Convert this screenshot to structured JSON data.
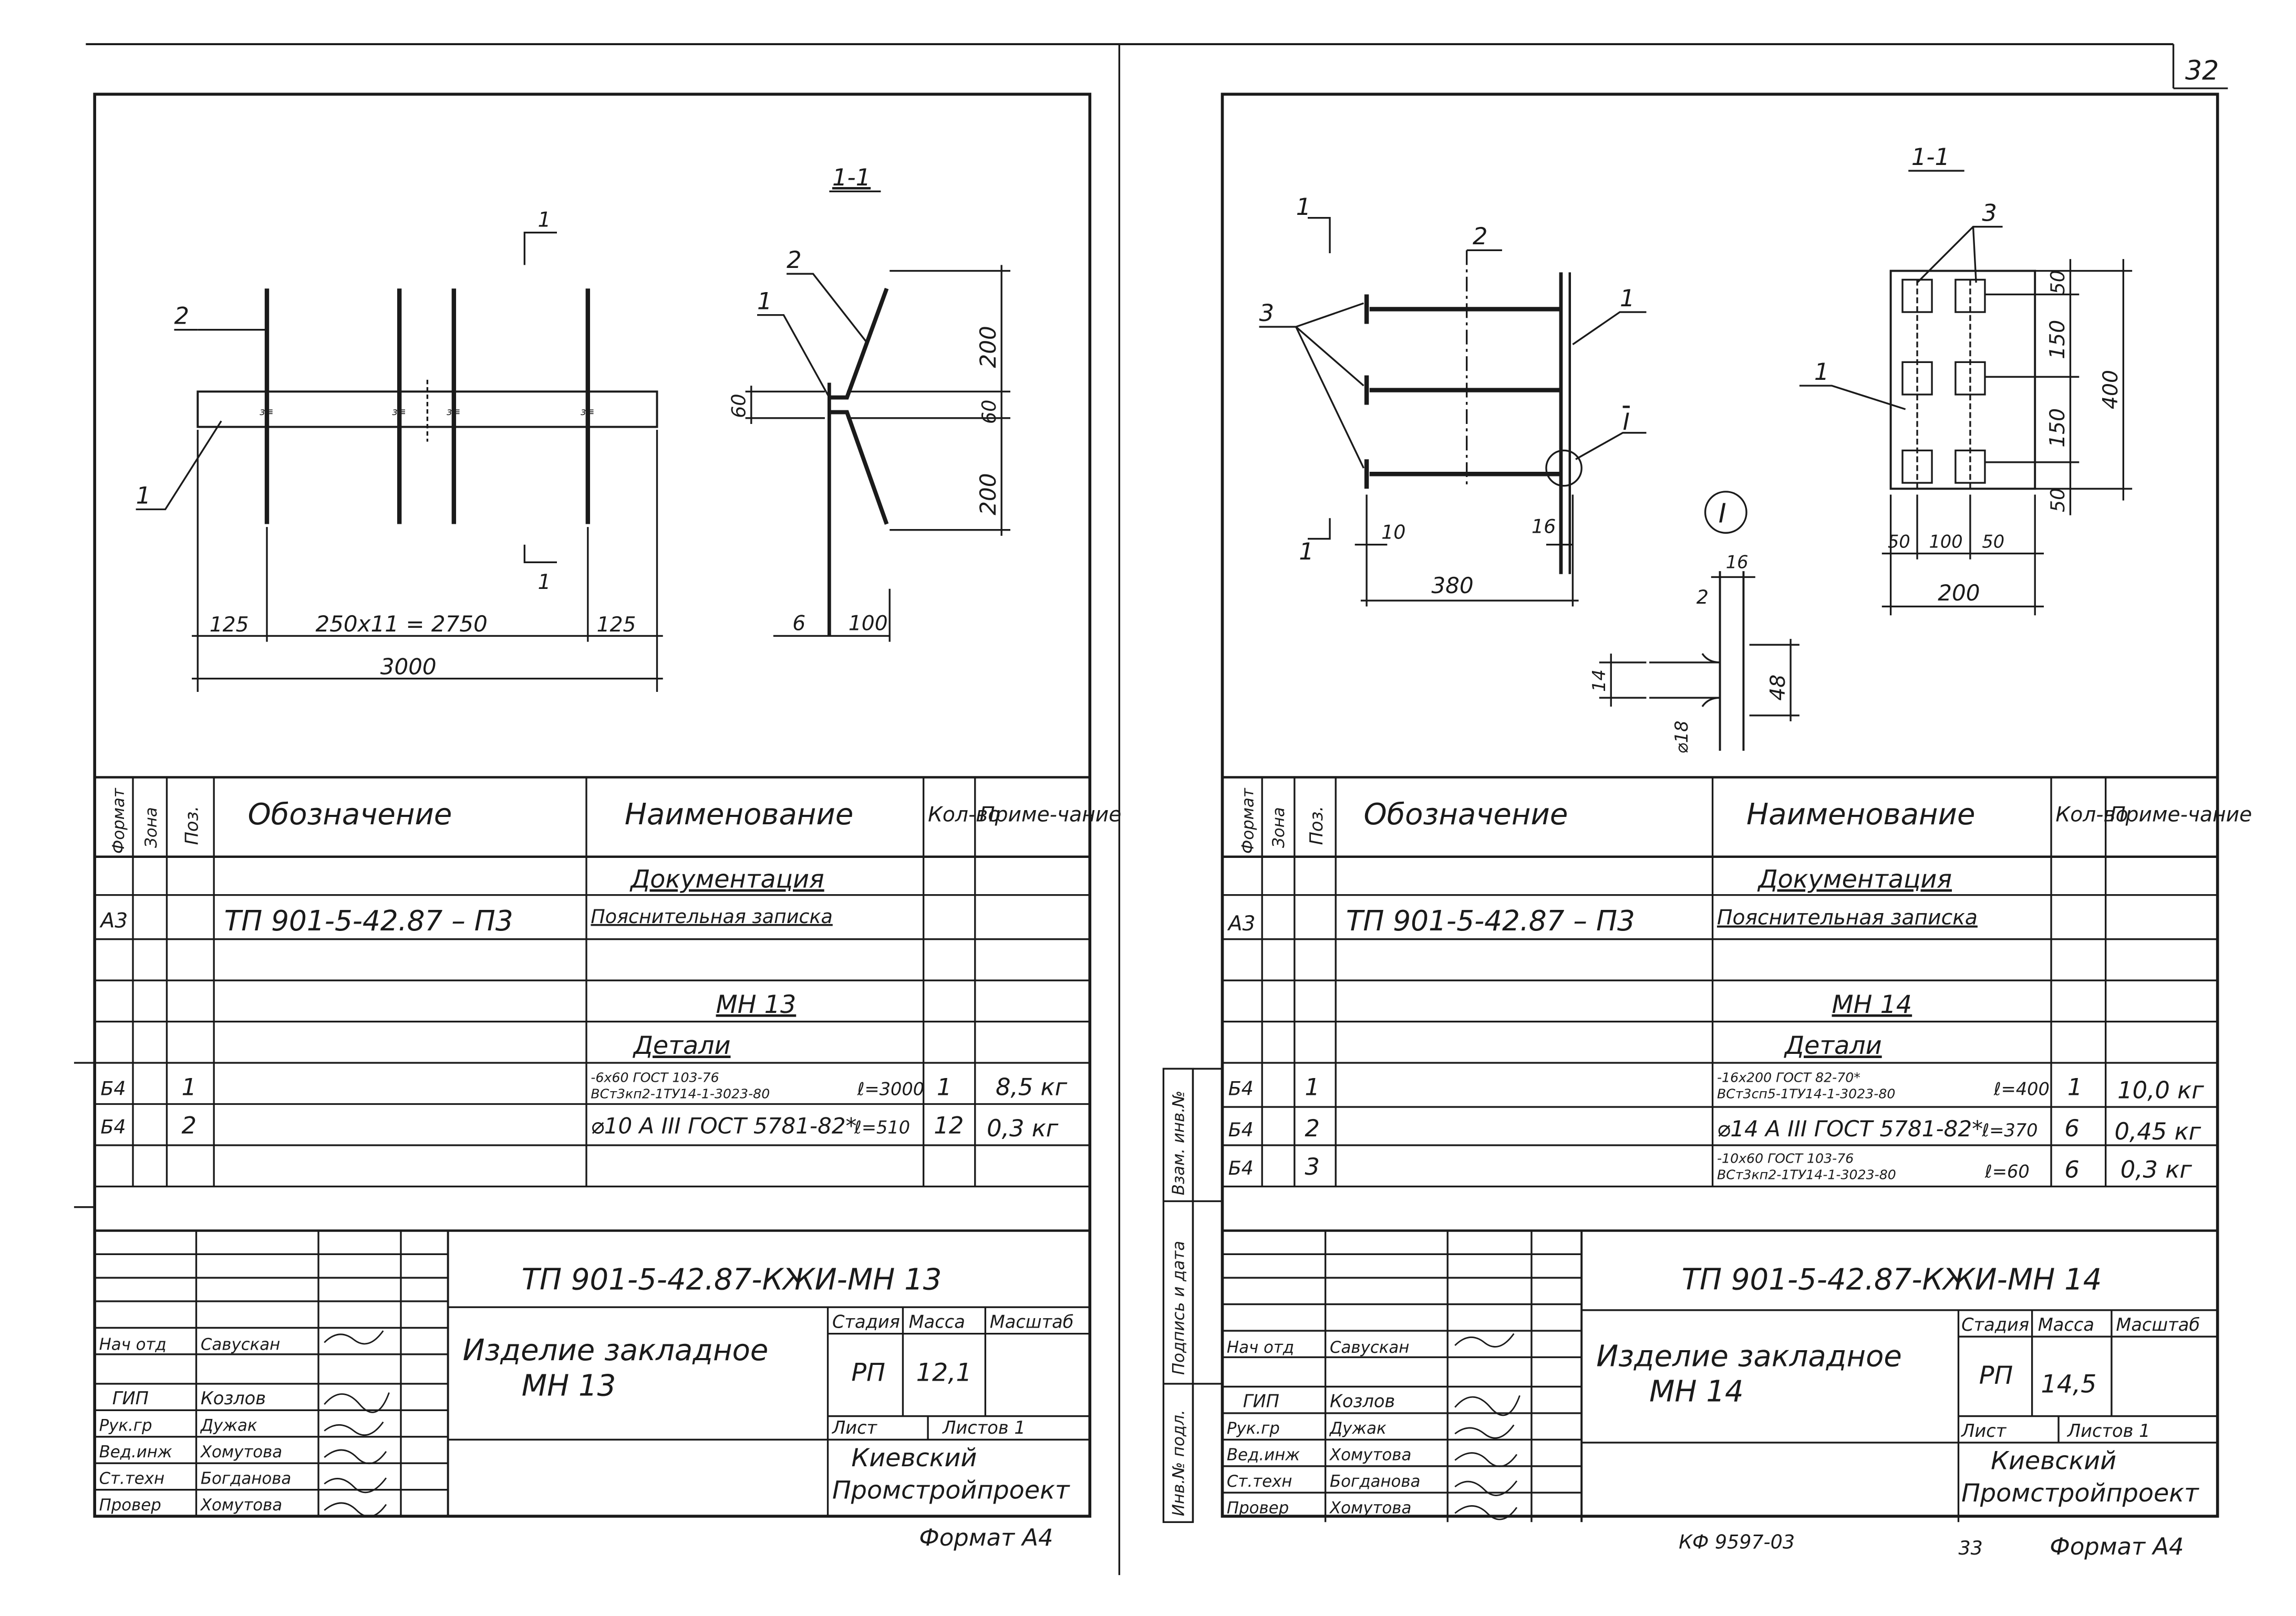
{
  "page_number": "32",
  "page_number_bottom": "33",
  "archive_code": "КФ 9597-03",
  "left": {
    "section": "1-1",
    "callouts": {
      "c1": "1",
      "c2": "2",
      "s2": "2",
      "s1": "1"
    },
    "dims": {
      "d125a": "125",
      "dmid": "250x11 = 2750",
      "d125b": "125",
      "d3000": "3000",
      "d200a": "200",
      "d60": "60",
      "d60b": "60",
      "d200b": "200",
      "d6": "6",
      "d100": "100"
    },
    "table": {
      "headers": {
        "format": "Формат",
        "zone": "Зона",
        "pos": "Поз.",
        "designation": "Обозначение",
        "name": "Наименование",
        "qty": "Кол-во",
        "note": "Приме-чание"
      },
      "doc_heading": "Документация",
      "doc_format": "А3",
      "doc_designation": "ТП 901-5-42.87 – П3",
      "doc_name": "Пояснительная записка",
      "product_heading": "МН 13",
      "details_heading": "Детали",
      "rows": [
        {
          "format": "Б4",
          "pos": "1",
          "name_top": "-6х60 ГОСТ 103-76",
          "name_bottom": "ВСт3кп2-1ТУ14-1-3023-80",
          "length": "ℓ=3000",
          "qty": "1",
          "note": "8,5 кг"
        },
        {
          "format": "Б4",
          "pos": "2",
          "name_top": "⌀10 А III ГОСТ 5781-82*",
          "name_bottom": "",
          "length": "ℓ=510",
          "qty": "12",
          "note": "0,3 кг"
        }
      ]
    },
    "title_block": {
      "code": "ТП 901-5-42.87-КЖИ-МН 13",
      "title": "Изделие закладное",
      "subtitle": "МН 13",
      "stage_label": "Стадия",
      "mass_label": "Масса",
      "scale_label": "Масштаб",
      "stage": "РП",
      "mass": "12,1",
      "sheet_label": "Лист",
      "sheets_label": "Листов 1",
      "org1": "Киевский",
      "org2": "Промстройпроект",
      "roles": [
        "Нач отд",
        "ГИП",
        "Рук.гр",
        "Вед.инж",
        "Ст.техн",
        "Провер"
      ],
      "names": [
        "Савускан",
        "Козлов",
        "Дужак",
        "Хомутова",
        "Богданова",
        "Хомутова"
      ]
    },
    "format": "Формат А4"
  },
  "right": {
    "section": "1-1",
    "callouts": {
      "c1": "1",
      "c2": "2",
      "c3": "3",
      "c1b": "1",
      "cI": "I",
      "c3s": "3",
      "c1s": "1"
    },
    "detail": "I",
    "dims": {
      "d10": "10",
      "d16": "16",
      "d380": "380",
      "d50a": "50",
      "d150a": "150",
      "d150b": "150",
      "d50b": "50",
      "d400": "400",
      "d50c": "50",
      "d100": "100",
      "d50d": "50",
      "d200": "200",
      "dd16": "16",
      "dd2": "2",
      "dd14": "14",
      "dd48": "48",
      "dd18": "⌀18"
    },
    "table": {
      "headers": {
        "format": "Формат",
        "zone": "Зона",
        "pos": "Поз.",
        "designation": "Обозначение",
        "name": "Наименование",
        "qty": "Кол-во",
        "note": "Приме-чание"
      },
      "doc_heading": "Документация",
      "doc_format": "А3",
      "doc_designation": "ТП 901-5-42.87 – П3",
      "doc_name": "Пояснительная записка",
      "product_heading": "МН 14",
      "details_heading": "Детали",
      "rows": [
        {
          "format": "Б4",
          "pos": "1",
          "name_top": "-16х200 ГОСТ 82-70*",
          "name_bottom": "ВСт3сп5-1ТУ14-1-3023-80",
          "length": "ℓ=400",
          "qty": "1",
          "note": "10,0 кг"
        },
        {
          "format": "Б4",
          "pos": "2",
          "name_top": "⌀14 А III ГОСТ 5781-82*",
          "name_bottom": "",
          "length": "ℓ=370",
          "qty": "6",
          "note": "0,45 кг"
        },
        {
          "format": "Б4",
          "pos": "3",
          "name_top": "-10х60 ГОСТ 103-76",
          "name_bottom": "ВСт3кп2-1ТУ14-1-3023-80",
          "length": "ℓ=60",
          "qty": "6",
          "note": "0,3 кг"
        }
      ]
    },
    "title_block": {
      "code": "ТП 901-5-42.87-КЖИ-МН 14",
      "title": "Изделие закладное",
      "subtitle": "МН 14",
      "stage_label": "Стадия",
      "mass_label": "Масса",
      "scale_label": "Масштаб",
      "stage": "РП",
      "mass": "14,5",
      "sheet_label": "Лист",
      "sheets_label": "Листов 1",
      "org1": "Киевский",
      "org2": "Промстройпроект",
      "roles": [
        "Нач отд",
        "ГИП",
        "Рук.гр",
        "Вед.инж",
        "Ст.техн",
        "Провер"
      ],
      "names": [
        "Савускан",
        "Козлов",
        "Дужак",
        "Хомутова",
        "Богданова",
        "Хомутова"
      ]
    },
    "side_labels": [
      "Инв.№ подл.",
      "Подпись и дата",
      "Взам. инв.№"
    ],
    "format": "Формат А4"
  }
}
